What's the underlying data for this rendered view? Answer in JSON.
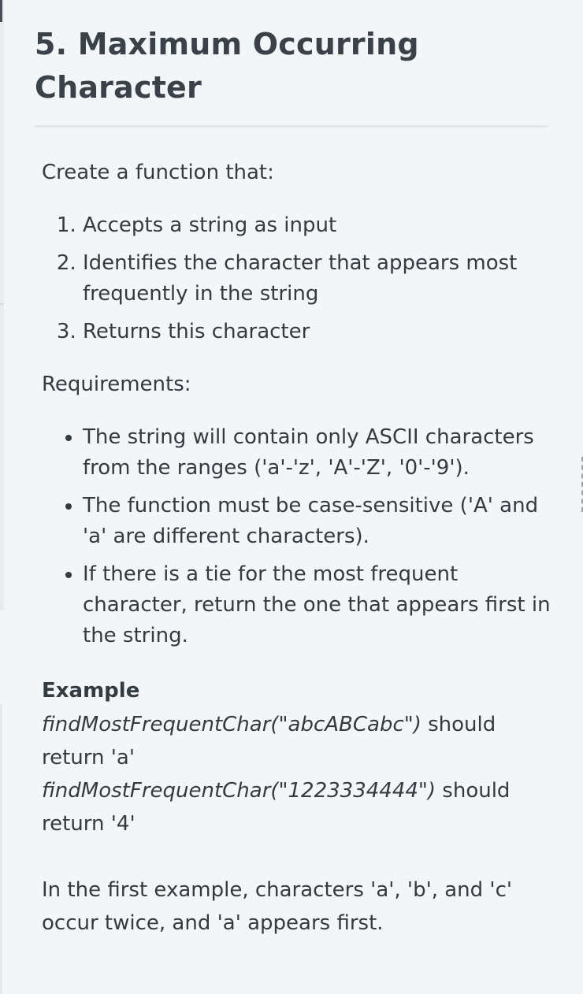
{
  "title": "5. Maximum Occurring Character",
  "intro": "Create a function that:",
  "steps": [
    "Accepts a string as input",
    "Identifies the character that appears most frequently in the string",
    "Returns this character"
  ],
  "requirements_heading": "Requirements:",
  "requirements": [
    "The string will contain only ASCII characters from the ranges ('a'-'z', 'A'-'Z', '0'-'9').",
    "The function must be case-sensitive ('A' and 'a' are different characters).",
    "If there is a tie for the most frequent character, return the one that appears first in the string."
  ],
  "example_heading": "Example",
  "examples": [
    {
      "call": "findMostFrequentChar(\"abcABCabc\")",
      "rest": " should return 'a'"
    },
    {
      "call": "findMostFrequentChar(\"1223334444\")",
      "rest": " should return '4'"
    }
  ],
  "note": "In the first example, characters 'a', 'b', and 'c' occur twice, and 'a' appears first."
}
